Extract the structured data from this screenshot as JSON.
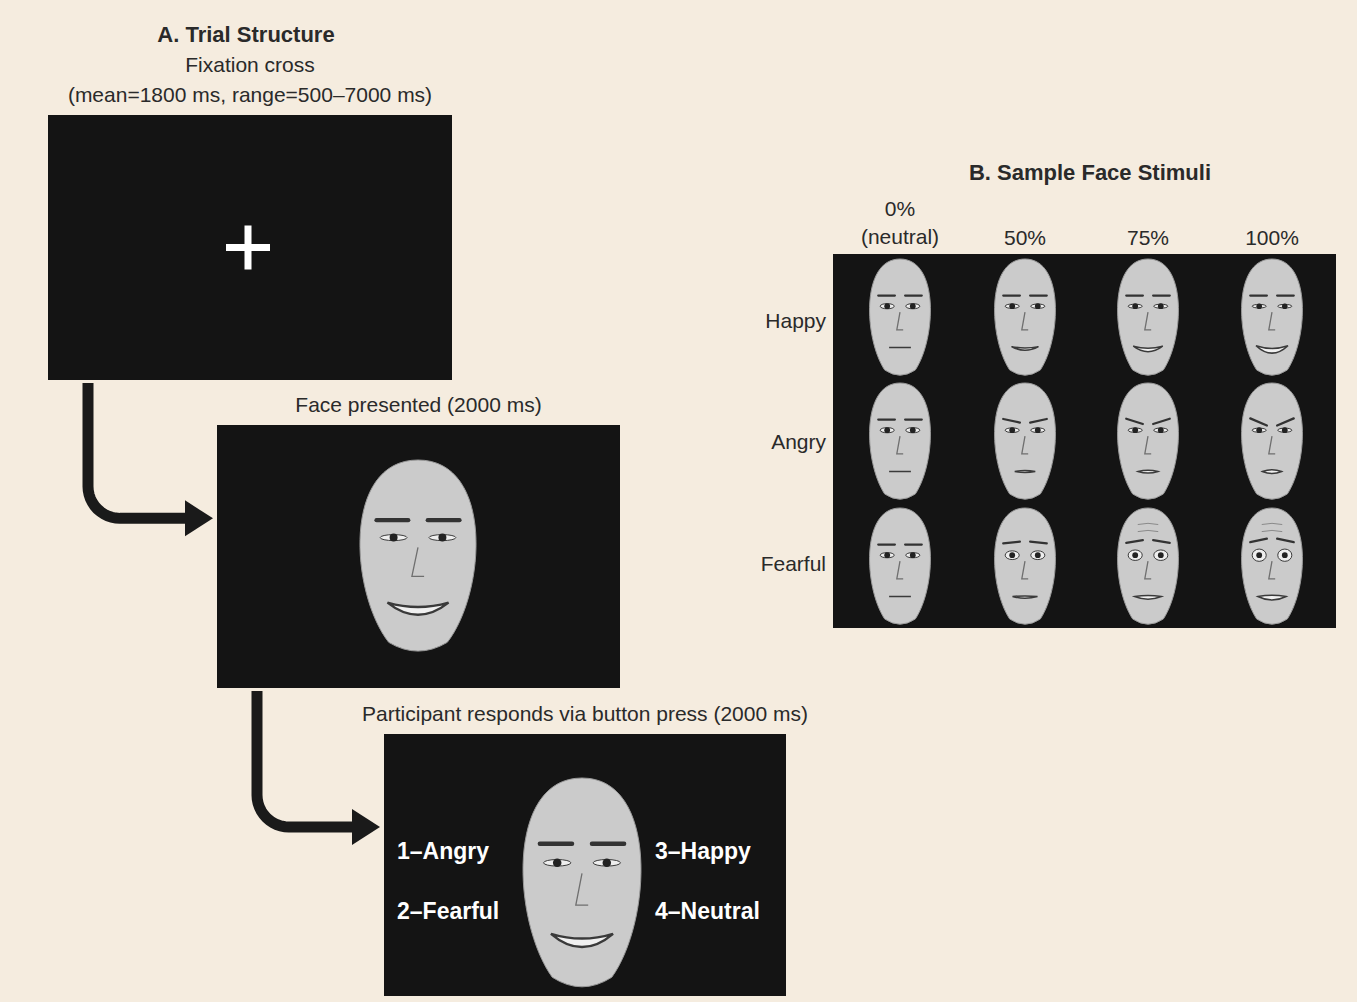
{
  "diagram": {
    "nodes": [
      {
        "text": [
          "Fixation cross",
          "(mean=1800 ms, range=500–7000 ms)"
        ]
      },
      {
        "text": [
          "Face presented (2000 ms)"
        ]
      },
      {
        "text": [
          "Participant responds via button press (2000 ms)",
          "1–Angry",
          "2–Fearful",
          "3–Happy",
          "4–Neutral"
        ]
      }
    ],
    "edges": [
      {
        "from": 0,
        "to": 1,
        "arrow": "to"
      },
      {
        "from": 1,
        "to": 2,
        "arrow": "to"
      }
    ],
    "labels": [
      "A. Trial Structure",
      "B. Sample Face Stimuli",
      "0% (neutral)",
      "50%",
      "75%",
      "100%",
      "Happy",
      "Angry",
      "Fearful"
    ]
  }
}
